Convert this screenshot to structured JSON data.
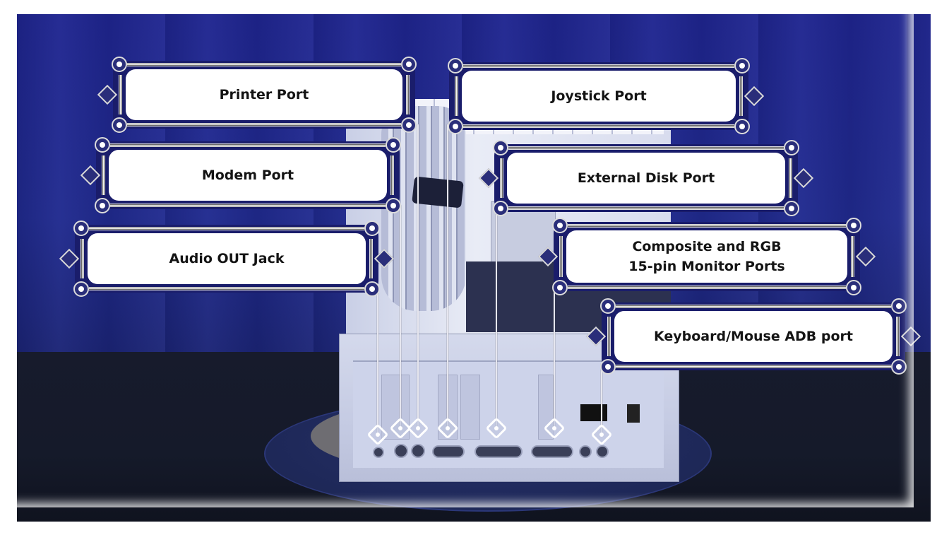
{
  "labels": [
    {
      "id": "printer-port",
      "text": "Printer Port"
    },
    {
      "id": "joystick-port",
      "text": "Joystick Port"
    },
    {
      "id": "modem-port",
      "text": "Modem Port"
    },
    {
      "id": "external-disk-port",
      "text": "External Disk Port"
    },
    {
      "id": "audio-out-jack",
      "text": "Audio OUT Jack"
    },
    {
      "id": "monitor-ports",
      "line1": "Composite and RGB",
      "line2": "15-pin Monitor Ports"
    },
    {
      "id": "adb-port",
      "text": "Keyboard/Mouse ADB port"
    }
  ],
  "colors": {
    "curtain": "#1f2590",
    "frame_navy": "#1a1d6b",
    "label_bg": "#ffffff",
    "label_text": "#141414",
    "leader": "#e6e6ef"
  }
}
